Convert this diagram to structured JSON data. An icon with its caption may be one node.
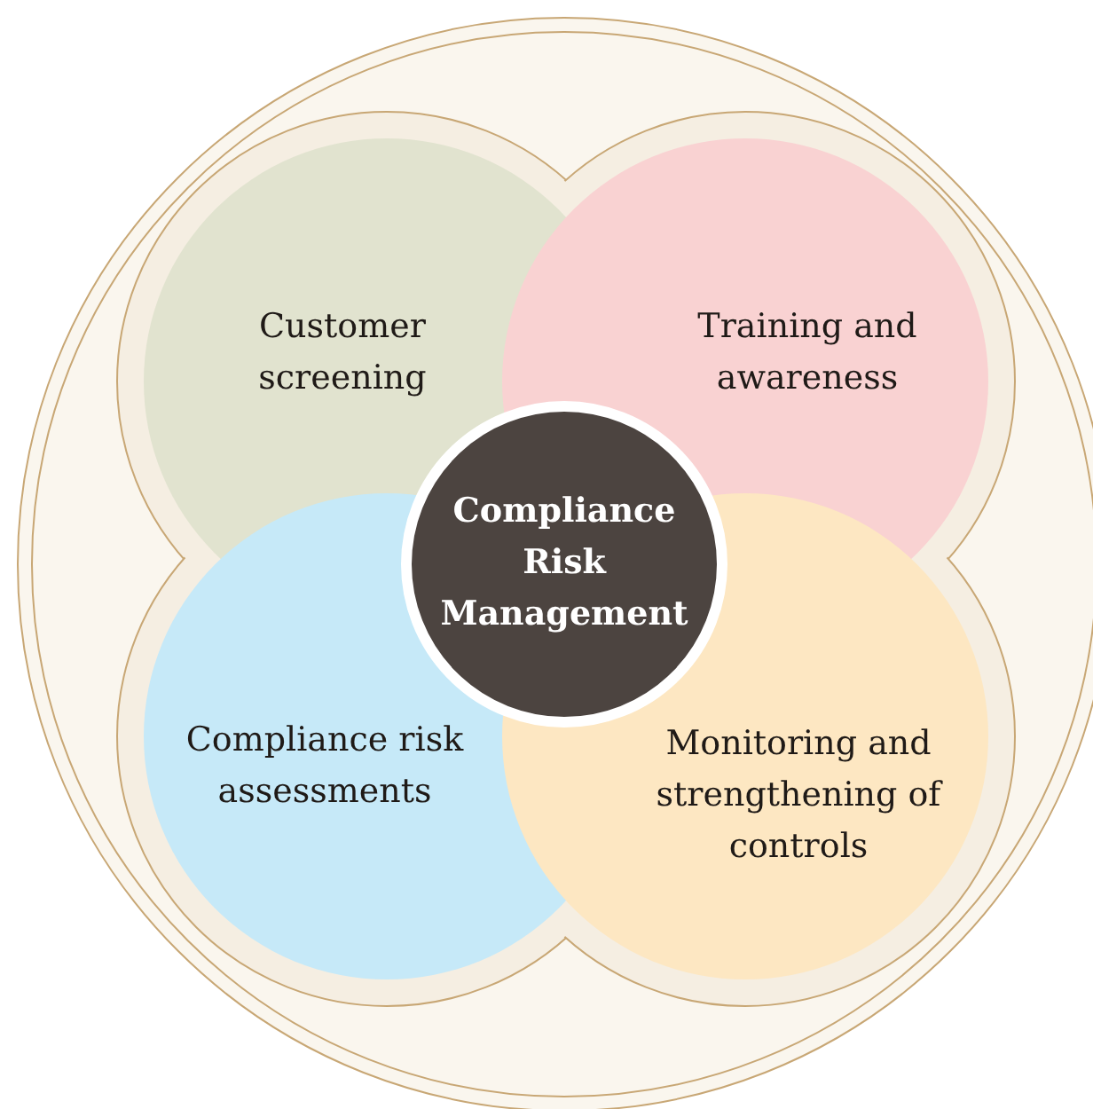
{
  "diagram": {
    "nodes": [
      {
        "text": [
          "Customer screening"
        ]
      },
      {
        "text": [
          "Training and awareness"
        ]
      },
      {
        "text": [
          "Compliance Risk Management"
        ]
      },
      {
        "text": [
          "Compliance risk assessments"
        ]
      },
      {
        "text": [
          "Monitoring and strengthening of controls"
        ]
      }
    ]
  }
}
